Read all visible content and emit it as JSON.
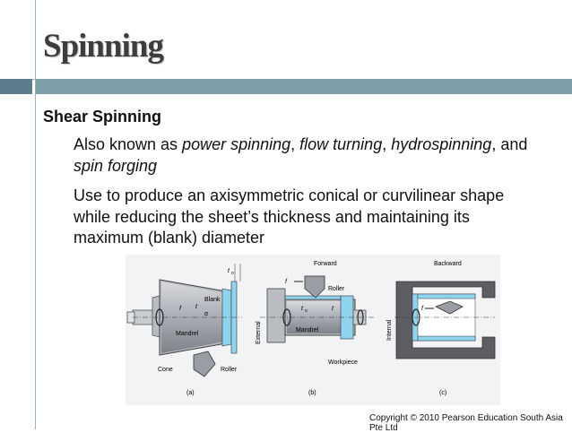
{
  "slide": {
    "title": "Spinning",
    "subheading": "Shear Spinning",
    "bullets": [
      {
        "parts": [
          {
            "t": "Also known as ",
            "i": false
          },
          {
            "t": "power spinning",
            "i": true
          },
          {
            "t": ", ",
            "i": false
          },
          {
            "t": "flow turning",
            "i": true
          },
          {
            "t": ", ",
            "i": false
          },
          {
            "t": "hydrospinning",
            "i": true
          },
          {
            "t": ", and ",
            "i": false
          },
          {
            "t": "spin forging",
            "i": true
          }
        ]
      },
      {
        "parts": [
          {
            "t": "Use to produce an axisymmetric conical or curvilinear shape while reducing the sheet’s thickness and maintaining its maximum (blank) diameter",
            "i": false
          }
        ]
      }
    ],
    "bullet_glyph": "",
    "copyright": "Copyright © 2010 Pearson Education South Asia Pte Ltd"
  },
  "figure": {
    "panel_a": {
      "caption": "(a)",
      "labels": {
        "t0": "t",
        "t0_sub": "o",
        "blank": "Blank",
        "t": "t",
        "f": "f",
        "alpha": "α",
        "mandrel": "Mandrel",
        "cone": "Cone",
        "roller": "Roller"
      }
    },
    "panel_b": {
      "caption": "(b)",
      "labels": {
        "forward": "Forward",
        "roller": "Roller",
        "f": "f",
        "t0": "t",
        "t0_sub": "o",
        "t": "t",
        "external": "External",
        "mandrel": "Mandrel",
        "workpiece": "Workpiece"
      }
    },
    "panel_c": {
      "caption": "(c)",
      "labels": {
        "backward": "Backward",
        "internal": "Internal",
        "f": "f"
      }
    }
  },
  "colors": {
    "accent_dark": "#5b7e8a",
    "accent_light": "#7c9ea9",
    "blank_blue": "#8fd3ee"
  }
}
